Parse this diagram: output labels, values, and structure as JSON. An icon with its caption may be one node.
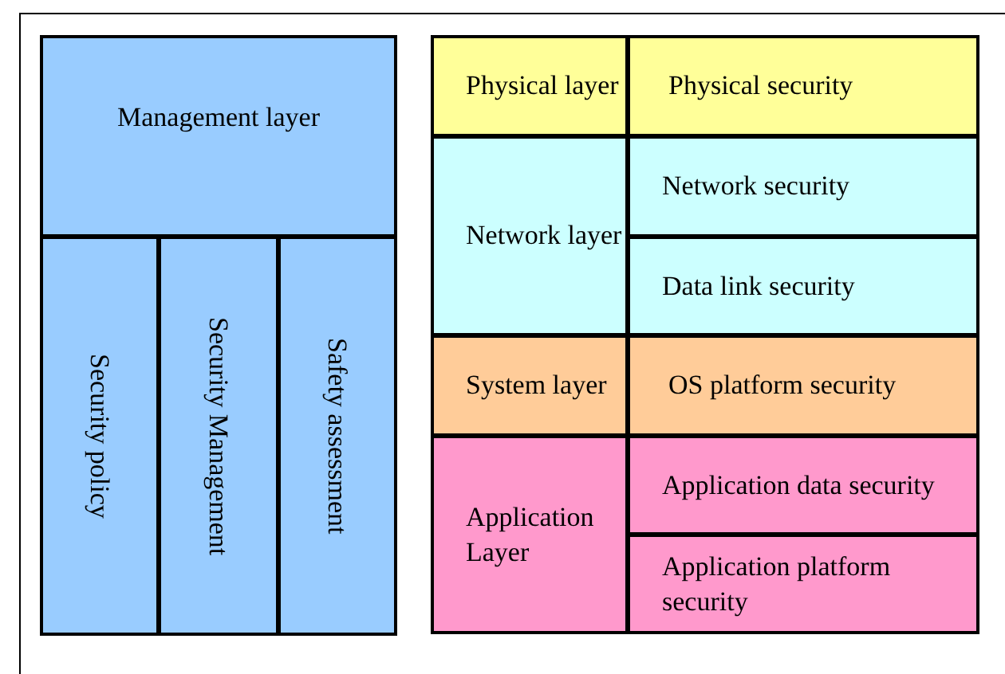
{
  "diagram": {
    "nodes": [
      {
        "text": [
          "Management layer"
        ]
      },
      {
        "text": [
          "Security policy"
        ]
      },
      {
        "text": [
          "Security Management"
        ]
      },
      {
        "text": [
          "Safety assessment"
        ]
      },
      {
        "text": [
          "Physical layer"
        ]
      },
      {
        "text": [
          "Physical security"
        ]
      },
      {
        "text": [
          "Network layer"
        ]
      },
      {
        "text": [
          "Network security"
        ]
      },
      {
        "text": [
          "Data link security"
        ]
      },
      {
        "text": [
          "System layer"
        ]
      },
      {
        "text": [
          "OS platform security"
        ]
      },
      {
        "text": [
          "Application Layer"
        ]
      },
      {
        "text": [
          "Application data security"
        ]
      },
      {
        "text": [
          "Application platform security"
        ]
      }
    ]
  }
}
